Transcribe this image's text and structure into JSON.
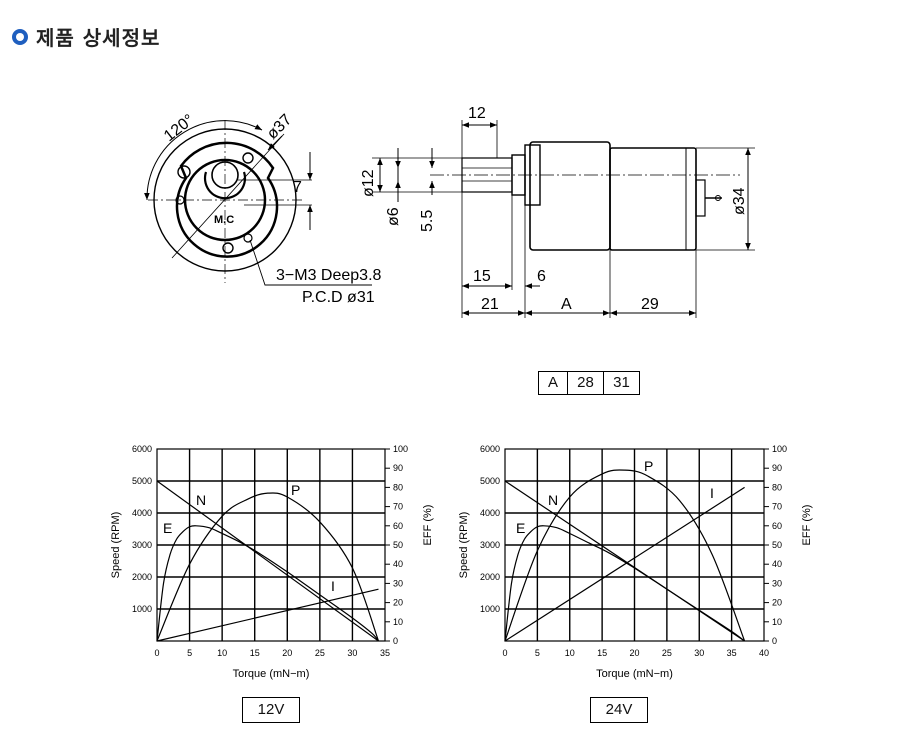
{
  "header": {
    "title": "제품 상세정보"
  },
  "drawing": {
    "front_view": {
      "angle_label": "120°",
      "diameter_label": "ø37",
      "flat_label": "7",
      "logo_text": "M.C",
      "hole_note_line1": "3−M3 Deep3.8",
      "hole_note_line2": "P.C.D ø31"
    },
    "side_view": {
      "dim_12": "12",
      "dim_d12": "ø12",
      "dim_d6": "ø6",
      "dim_55": "5.5",
      "dim_15": "15",
      "dim_6": "6",
      "dim_21": "21",
      "dim_A": "A",
      "dim_29": "29",
      "dim_d34": "ø34"
    },
    "a_table": [
      "A",
      "28",
      "31"
    ]
  },
  "colors": {
    "accent": "#1f5fbf",
    "grid": "#000000"
  },
  "chart_data": [
    {
      "type": "line",
      "title": "",
      "xlabel": "Torque (mN−m)",
      "ylabel": "Speed (RPM)",
      "y2label": "EFF (%)",
      "xlim": [
        0,
        35
      ],
      "ylim": [
        0,
        6000
      ],
      "y2lim": [
        0,
        100
      ],
      "xticks": [
        "0",
        "5",
        "10",
        "15",
        "20",
        "25",
        "30",
        "35"
      ],
      "yticks": [
        "1000",
        "2000",
        "3000",
        "4000",
        "5000",
        "6000"
      ],
      "y2ticks": [
        "0",
        "10",
        "20",
        "30",
        "40",
        "50",
        "60",
        "70",
        "80",
        "90",
        "100"
      ],
      "series": [
        {
          "name": "N",
          "axis": "speed",
          "x": [
            0,
            34
          ],
          "y": [
            5000,
            0
          ]
        },
        {
          "name": "I",
          "axis": "right",
          "x": [
            0,
            34
          ],
          "y": [
            0,
            27
          ]
        },
        {
          "name": "P",
          "axis": "right",
          "x": [
            0,
            5,
            10,
            14,
            17,
            20,
            25,
            30,
            34
          ],
          "y": [
            0,
            40,
            65,
            74,
            77,
            75,
            62,
            38,
            0
          ]
        },
        {
          "name": "E",
          "axis": "right",
          "x": [
            0,
            1,
            2,
            3,
            4,
            5,
            6,
            8,
            10,
            13,
            16,
            20,
            25,
            30,
            33,
            34
          ],
          "y": [
            0,
            30,
            45,
            53,
            57,
            59.5,
            60,
            59,
            56,
            51,
            45,
            36,
            24,
            12,
            4,
            0
          ]
        }
      ],
      "voltage_label": "12V"
    },
    {
      "type": "line",
      "title": "",
      "xlabel": "Torque (mN−m)",
      "ylabel": "Speed (RPM)",
      "y2label": "EFF (%)",
      "xlim": [
        0,
        40
      ],
      "ylim": [
        0,
        6000
      ],
      "y2lim": [
        0,
        100
      ],
      "xticks": [
        "0",
        "5",
        "10",
        "15",
        "20",
        "25",
        "30",
        "35",
        "40"
      ],
      "yticks": [
        "1000",
        "2000",
        "3000",
        "4000",
        "5000",
        "6000"
      ],
      "y2ticks": [
        "0",
        "10",
        "20",
        "30",
        "40",
        "50",
        "60",
        "70",
        "80",
        "90",
        "100"
      ],
      "series": [
        {
          "name": "N",
          "axis": "speed",
          "x": [
            0,
            37
          ],
          "y": [
            5000,
            0
          ]
        },
        {
          "name": "I",
          "axis": "right",
          "x": [
            0,
            37
          ],
          "y": [
            0,
            80
          ]
        },
        {
          "name": "P",
          "axis": "right",
          "x": [
            0,
            5,
            10,
            15,
            18.5,
            22,
            27,
            32,
            37
          ],
          "y": [
            0,
            47,
            75,
            87,
            89,
            86,
            73,
            45,
            0
          ]
        },
        {
          "name": "E",
          "axis": "right",
          "x": [
            0,
            1,
            2,
            3,
            4,
            5,
            6,
            8,
            10,
            13,
            16,
            20,
            25,
            30,
            35,
            37
          ],
          "y": [
            0,
            30,
            45,
            53,
            57,
            59.5,
            60,
            59,
            56,
            51,
            46,
            38,
            27,
            16,
            5,
            0
          ]
        }
      ],
      "voltage_label": "24V"
    }
  ]
}
